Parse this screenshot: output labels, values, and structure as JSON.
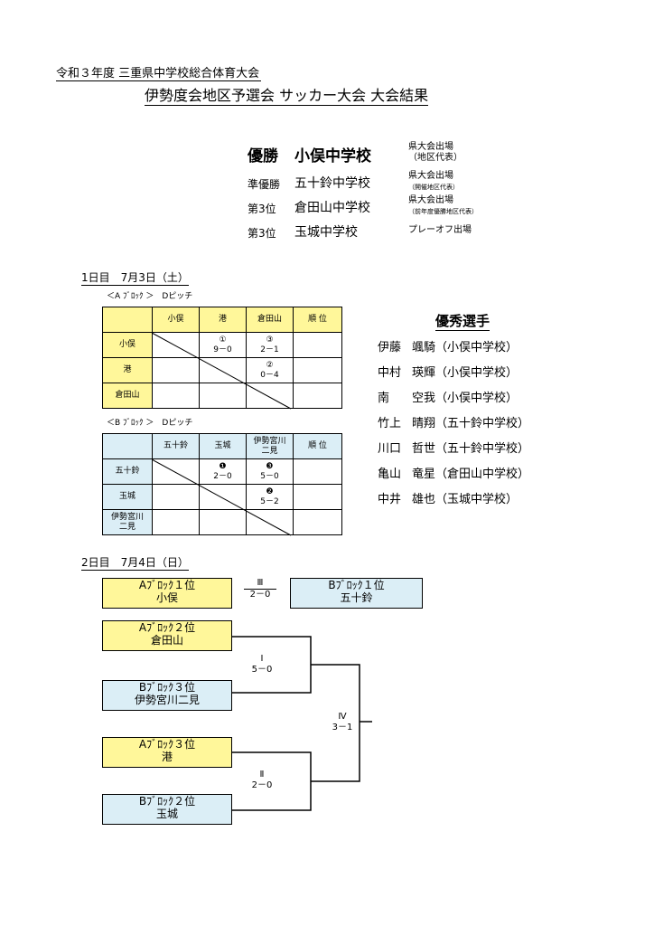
{
  "header": {
    "line1": "令和３年度 三重県中学校総合体育大会",
    "line2": "伊勢度会地区予選会 サッカー大会 大会結果"
  },
  "results": [
    {
      "rank": "優勝",
      "school": "小俣中学校",
      "note1": "県大会出場",
      "note2": "（地区代表）"
    },
    {
      "rank": "準優勝",
      "school": "五十鈴中学校",
      "note1": "県大会出場",
      "note2": "（開催地区代表）"
    },
    {
      "rank": "第3位",
      "school": "倉田山中学校",
      "note1": "県大会出場",
      "note2": "（前年度優勝地区代表）"
    },
    {
      "rank": "第3位",
      "school": "玉城中学校",
      "note1": "プレーオフ出場",
      "note2": ""
    }
  ],
  "day1": {
    "title": "1日目　7月3日（土）",
    "blockA": {
      "label": "＜A ﾌﾞﾛｯｸ ＞　Dピッチ",
      "headers": [
        "小俣",
        "港",
        "倉田山",
        "順 位"
      ],
      "rows": [
        {
          "team": "小俣",
          "cells": [
            [
              "",
              ""
            ],
            [
              "①",
              "9－0"
            ],
            [
              "③",
              "2－1"
            ],
            [
              "",
              ""
            ]
          ]
        },
        {
          "team": "港",
          "cells": [
            [
              "",
              ""
            ],
            [
              "",
              ""
            ],
            [
              "②",
              "0－4"
            ],
            [
              "",
              ""
            ]
          ]
        },
        {
          "team": "倉田山",
          "cells": [
            [
              "",
              ""
            ],
            [
              "",
              ""
            ],
            [
              "",
              ""
            ],
            [
              "",
              ""
            ]
          ]
        }
      ]
    },
    "blockB": {
      "label": "＜B ﾌﾞﾛｯｸ ＞　Dピッチ",
      "headers": [
        "五十鈴",
        "玉城",
        "伊勢宮川\n二見",
        "順 位"
      ],
      "rows": [
        {
          "team": "五十鈴",
          "cells": [
            [
              "",
              ""
            ],
            [
              "❶",
              "2－0"
            ],
            [
              "❸",
              "5－0"
            ],
            [
              "",
              ""
            ]
          ]
        },
        {
          "team": "玉城",
          "cells": [
            [
              "",
              ""
            ],
            [
              "",
              ""
            ],
            [
              "❷",
              "5－2"
            ],
            [
              "",
              ""
            ]
          ]
        },
        {
          "team": "伊勢宮川\n二見",
          "cells": [
            [
              "",
              ""
            ],
            [
              "",
              ""
            ],
            [
              "",
              ""
            ],
            [
              "",
              ""
            ]
          ]
        }
      ]
    }
  },
  "mvp": {
    "title": "優秀選手",
    "players": [
      {
        "surname": "伊藤",
        "given": "颯騎（小俣中学校）"
      },
      {
        "surname": "中村",
        "given": "瑛輝（小俣中学校）"
      },
      {
        "surname": "南",
        "given": "空我（小俣中学校）"
      },
      {
        "surname": "竹上",
        "given": "晴翔（五十鈴中学校）"
      },
      {
        "surname": "川口",
        "given": "哲世（五十鈴中学校）"
      },
      {
        "surname": "亀山",
        "given": "竜星（倉田山中学校）"
      },
      {
        "surname": "中井",
        "given": "雄也（玉城中学校）"
      }
    ]
  },
  "day2": {
    "title": "2日目　7月4日（日）",
    "playoff": {
      "left": {
        "line1": "Aﾌﾞﾛｯｸ１位",
        "line2": "小俣"
      },
      "right": {
        "line1": "Bﾌﾞﾛｯｸ１位",
        "line2": "五十鈴"
      },
      "game": "Ⅲ",
      "score": "2－0"
    },
    "bracket": {
      "t1": {
        "line1": "Aﾌﾞﾛｯｸ２位",
        "line2": "倉田山"
      },
      "t2": {
        "line1": "Bﾌﾞﾛｯｸ３位",
        "line2": "伊勢宮川二見"
      },
      "t3": {
        "line1": "Aﾌﾞﾛｯｸ３位",
        "line2": "港"
      },
      "t4": {
        "line1": "Bﾌﾞﾛｯｸ２位",
        "line2": "玉城"
      },
      "g1": {
        "game": "Ⅰ",
        "score": "5－0"
      },
      "g2": {
        "game": "Ⅱ",
        "score": "2－0"
      },
      "g3": {
        "game": "Ⅳ",
        "score": "3－1"
      }
    }
  }
}
